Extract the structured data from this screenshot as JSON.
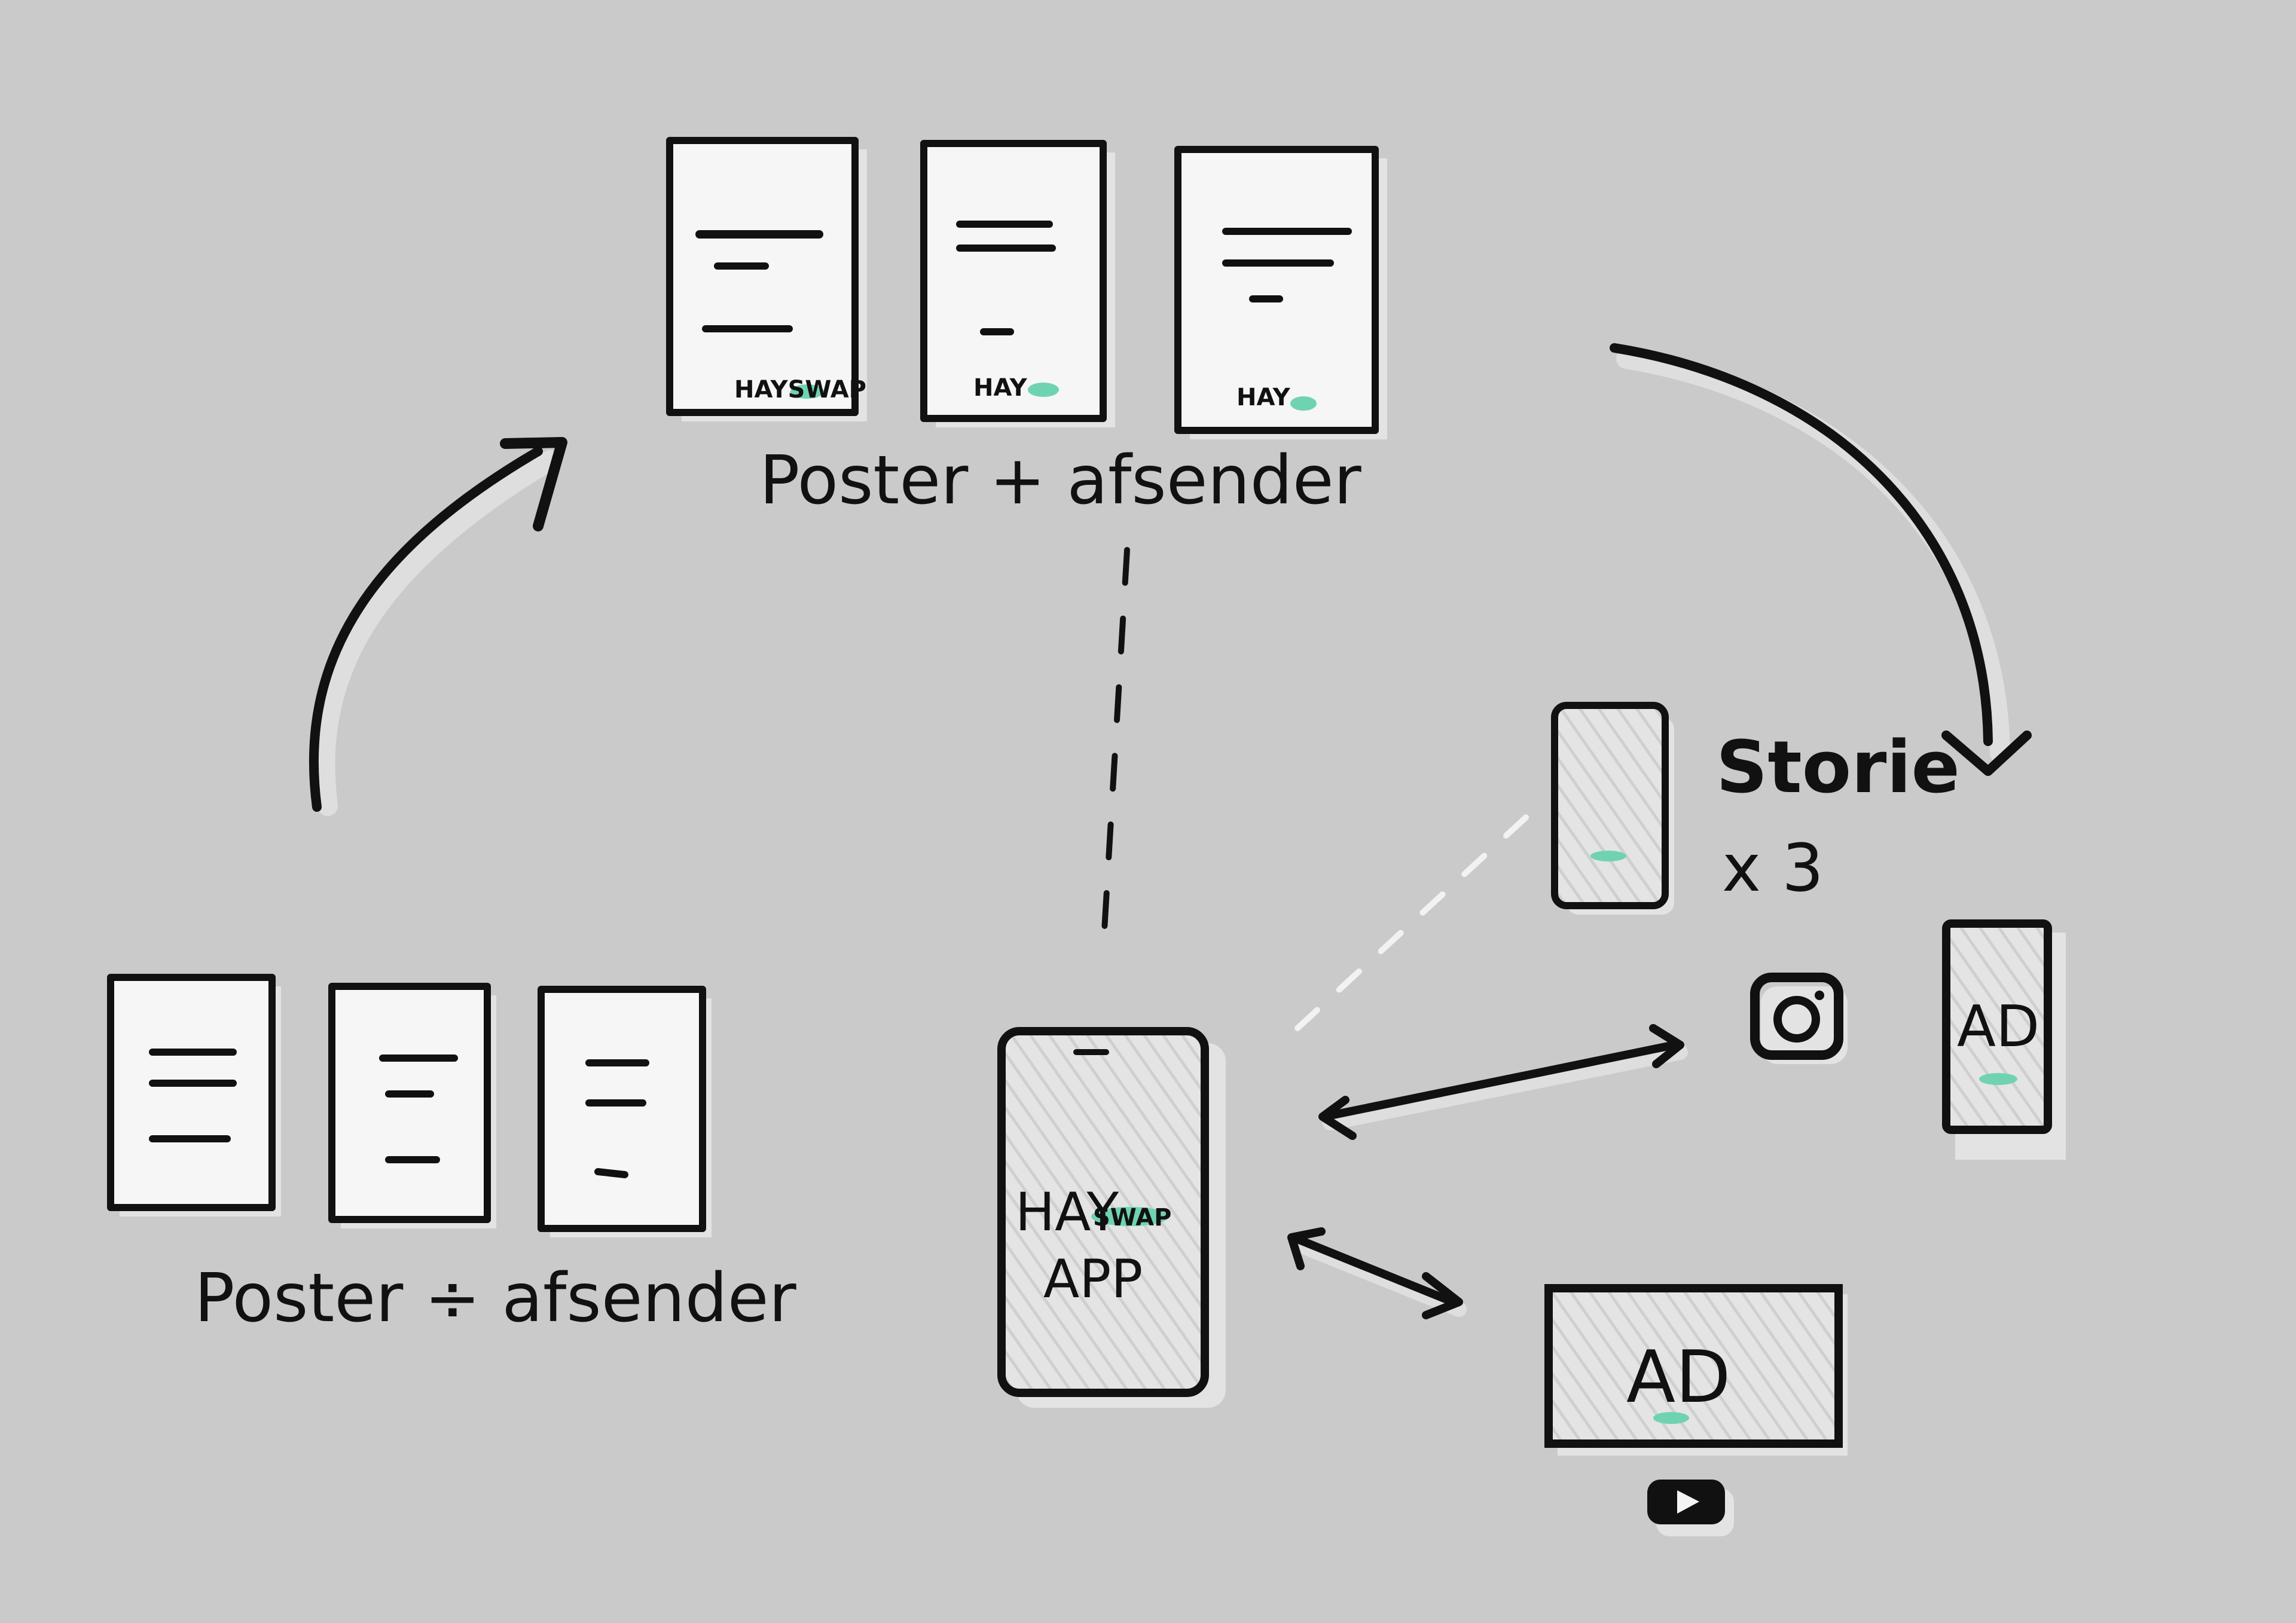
{
  "labels": {
    "poster_with_sender": "Poster + afsender",
    "poster_without_sender": "Poster ÷ afsender",
    "storie": "Storie",
    "storie_count": "x 3",
    "app_brand": "HAY",
    "app_brand_suffix": "SWAP",
    "app_label": "APP",
    "ad_story": "AD",
    "ad_youtube": "AD"
  },
  "poster_logos": [
    "HAYSWAP",
    "HAY",
    "HAY"
  ],
  "icons": [
    "instagram-icon",
    "youtube-icon"
  ],
  "colors": {
    "background": "#cbcacb",
    "ink": "#111111",
    "paper": "#f4f4f4",
    "sketch_fill": "#dcdcdc",
    "shadow": "#e3e3e3",
    "accent": "#6fd3b2"
  }
}
